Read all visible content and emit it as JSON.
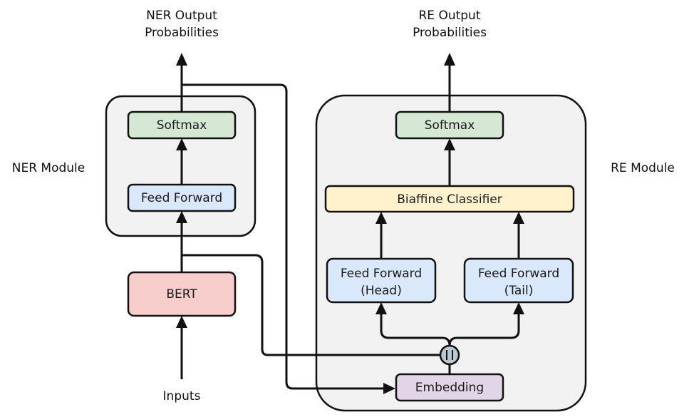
{
  "labels": {
    "ner_output_line1": "NER Output",
    "ner_output_line2": "Probabilities",
    "re_output_line1": "RE Output",
    "re_output_line2": "Probabilities",
    "ner_module": "NER Module",
    "re_module": "RE Module",
    "inputs": "Inputs"
  },
  "nodes": {
    "ner_softmax": "Softmax",
    "ner_feed_forward": "Feed Forward",
    "bert": "BERT",
    "re_softmax": "Softmax",
    "biaffine": "Biaffine Classifier",
    "ff_head_line1": "Feed Forward",
    "ff_head_line2": "(Head)",
    "ff_tail_line1": "Feed Forward",
    "ff_tail_line2": "(Tail)",
    "embedding": "Embedding",
    "concat_symbol": "||"
  },
  "colors": {
    "softmax": "#d5e8d4",
    "feed_forward": "#dae8fc",
    "bert": "#f8cecc",
    "biaffine": "#fff2cc",
    "embedding": "#e1d5e7",
    "concat": "#b9c7d0",
    "module_bg": "#f2f2f2"
  }
}
